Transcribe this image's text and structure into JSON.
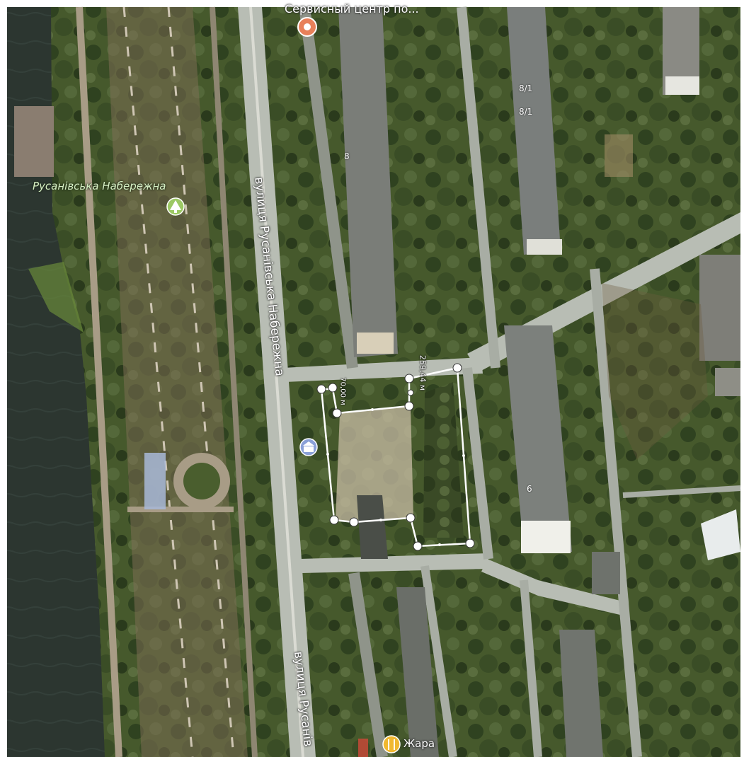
{
  "map": {
    "labels": {
      "service_center": "Сервисный центр по...",
      "park": "Русанівська Набережна",
      "street_main": "вулиця Русанівська Набережна",
      "street_bottom": "вулиця Русанів",
      "poi_bottom": "Жара",
      "building_8_1_a": "8/1",
      "building_8_1_b": "8/1",
      "building_8": "8",
      "building_6": "6",
      "measure_right": "259,44 м",
      "measure_left": "70,00 м"
    },
    "icons": {
      "service_center": "service-center-pin-icon",
      "park": "park-tree-icon",
      "poi_center": "landmark-icon",
      "poi_bottom": "restaurant-icon"
    },
    "colors": {
      "water": "#2c3630",
      "vegetation": "#3e5128",
      "road": "#b8bdb4",
      "measure_line": "#ffffff",
      "poi_orange": "#e8805a",
      "poi_green": "#9cc864",
      "poi_blue": "#8aa0d8",
      "poi_yellow": "#f0b830"
    }
  }
}
